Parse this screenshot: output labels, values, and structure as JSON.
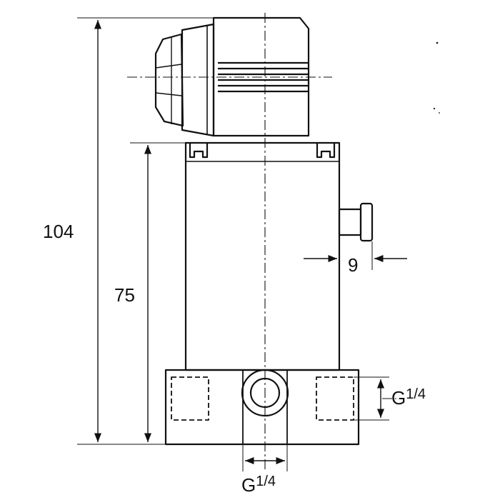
{
  "dimensions": {
    "overall_height": "104",
    "body_height": "75",
    "button_offset": "9",
    "port_side": "G",
    "port_side_fraction": "1/4",
    "port_bottom": "G",
    "port_bottom_fraction": "1/4"
  },
  "colors": {
    "ink": "#111111",
    "paper": "#ffffff"
  }
}
